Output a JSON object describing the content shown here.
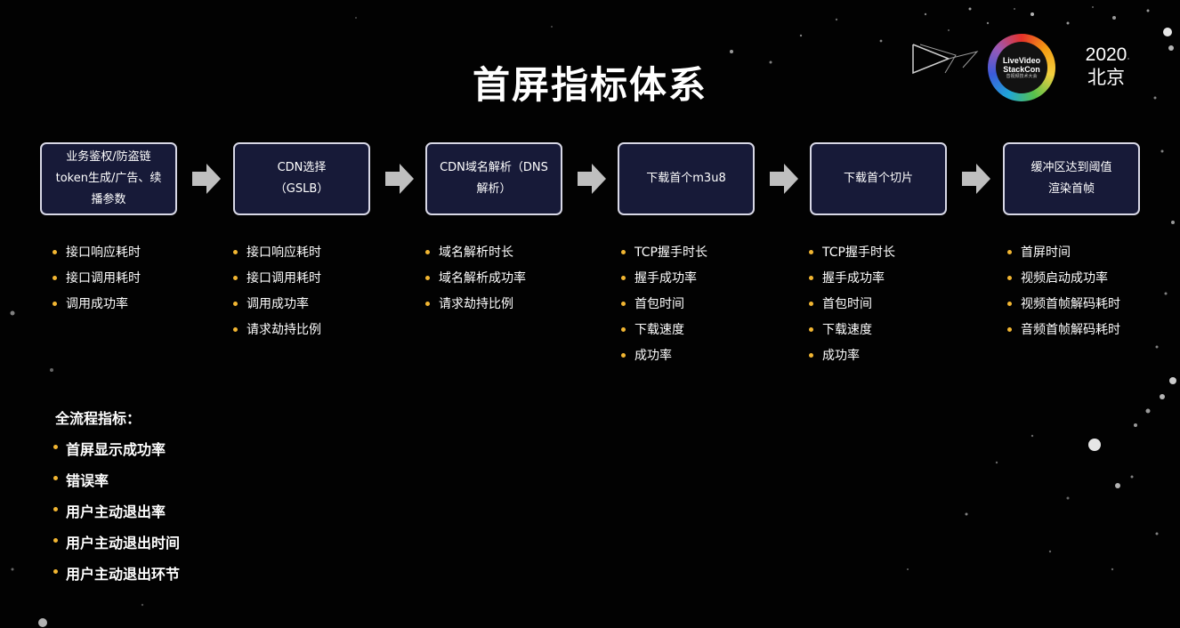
{
  "title": "首屏指标体系",
  "event": {
    "logo_lines": [
      "LiveVideo",
      "StackCon",
      "音视频技术大会"
    ],
    "year": "2020",
    "city": "北京"
  },
  "colors": {
    "background": "#020202",
    "box_fill": "#171a38",
    "box_border": "#d8d8e6",
    "arrow": "#bfbfbf",
    "bullet": "#f2b632",
    "text": "#ffffff"
  },
  "stages": [
    {
      "label": "业务鉴权/防盗链\ntoken生成/广告、续\n播参数",
      "metrics": [
        "接口响应耗时",
        "接口调用耗时",
        "调用成功率"
      ]
    },
    {
      "label": "CDN选择\n（GSLB）",
      "metrics": [
        "接口响应耗时",
        "接口调用耗时",
        "调用成功率",
        "请求劫持比例"
      ]
    },
    {
      "label": "CDN域名解析（DNS\n解析）",
      "metrics": [
        "域名解析时长",
        "域名解析成功率",
        "请求劫持比例"
      ]
    },
    {
      "label": "下载首个m3u8",
      "metrics": [
        "TCP握手时长",
        "握手成功率",
        "首包时间",
        "下载速度",
        "成功率"
      ]
    },
    {
      "label": "下载首个切片",
      "metrics": [
        "TCP握手时长",
        "握手成功率",
        "首包时间",
        "下载速度",
        "成功率"
      ]
    },
    {
      "label": "缓冲区达到阈值\n渲染首帧",
      "metrics": [
        "首屏时间",
        "视频启动成功率",
        "视频首帧解码耗时",
        "音频首帧解码耗时"
      ]
    }
  ],
  "overall": {
    "title": "全流程指标：",
    "items": [
      "首屏显示成功率",
      "错误率",
      "用户主动退出率",
      "用户主动退出时间",
      "用户主动退出环节"
    ]
  }
}
